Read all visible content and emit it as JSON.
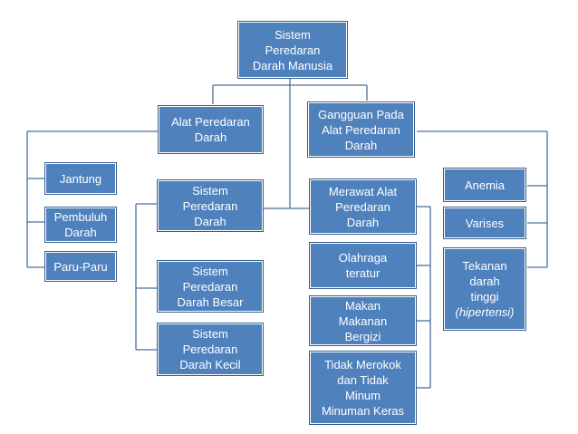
{
  "diagram": {
    "colors": {
      "box_fill": "#4f81bd",
      "box_text": "#ffffff",
      "connector": "#4a6f9c"
    },
    "root": "Sistem\nPeredaran\nDarah Manusia",
    "alat_peredaran": "Alat Peredaran\nDarah",
    "gangguan": "Gangguan Pada\nAlat Peredaran\nDarah",
    "jantung": "Jantung",
    "pembuluh": "Pembuluh\nDarah",
    "paru": "Paru-Paru",
    "sistem_peredaran": "Sistem\nPeredaran\nDarah",
    "sistem_besar": "Sistem\nPeredaran\nDarah Besar",
    "sistem_kecil": "Sistem\nPeredaran\nDarah Kecil",
    "merawat": "Merawat Alat\nPeredaran\nDarah",
    "olahraga": "Olahraga\nteratur",
    "makan": "Makan\nMakanan\nBergizi",
    "tidak_merokok": "Tidak Merokok\ndan Tidak\nMinum\nMinuman Keras",
    "anemia": "Anemia",
    "varises": "Varises",
    "tekanan": "Tekanan\ndarah\ntinggi",
    "tekanan_italic": "(hipertensi)"
  }
}
